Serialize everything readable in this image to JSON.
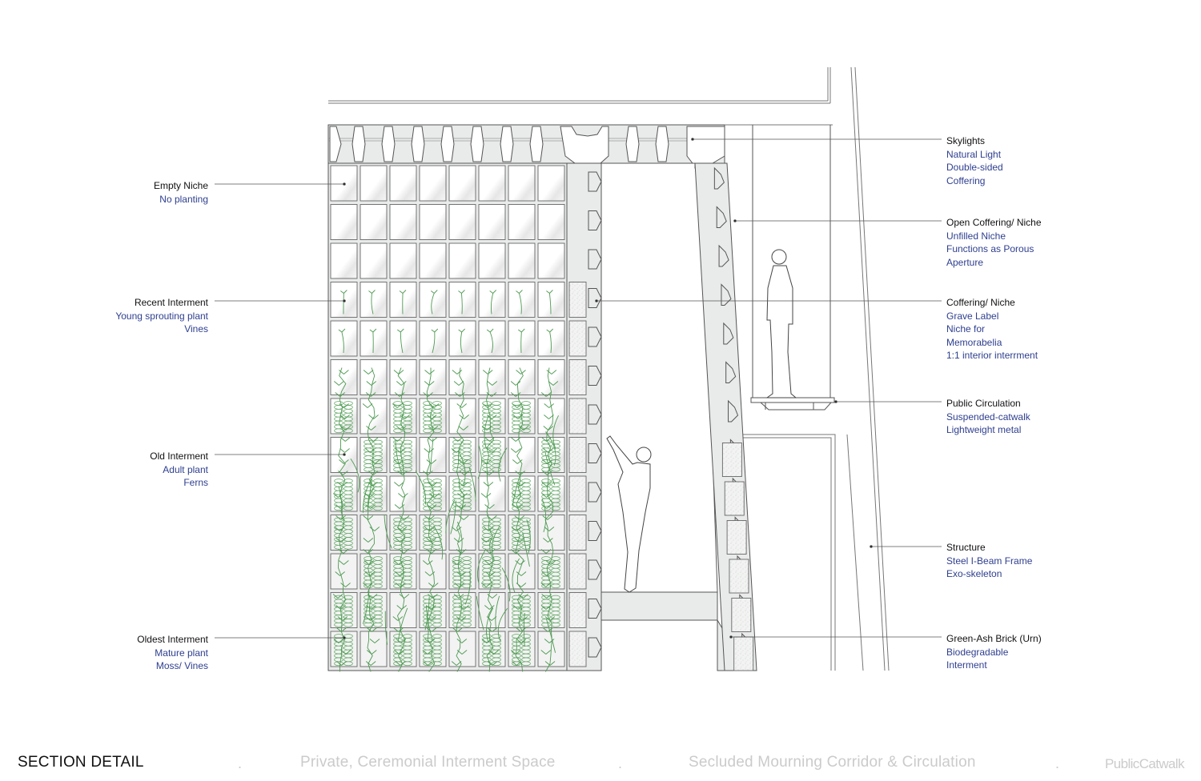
{
  "colors": {
    "title": "#111111",
    "sub": "#2e3f8f",
    "footer_grey": "#cbcbcb",
    "wall_fill": "#e9eaea",
    "line": "#4a4a4a",
    "plant": "#4e9a52"
  },
  "left_labels": [
    {
      "title": "Empty Niche",
      "lines": [
        "No planting"
      ]
    },
    {
      "title": "Recent Interment",
      "lines": [
        "Young sprouting plant",
        "Vines"
      ]
    },
    {
      "title": "Old Interment",
      "lines": [
        "Adult plant",
        "Ferns"
      ]
    },
    {
      "title": "Oldest Interment",
      "lines": [
        "Mature plant",
        "Moss/ Vines"
      ]
    }
  ],
  "right_labels": [
    {
      "title": "Skylights",
      "lines": [
        "Natural Light",
        "Double-sided",
        "Coffering"
      ]
    },
    {
      "title": "Open Coffering/ Niche",
      "lines": [
        "Unfilled Niche",
        "Functions as Porous",
        "Aperture"
      ]
    },
    {
      "title": "Coffering/ Niche",
      "lines": [
        "Grave Label",
        "Niche for",
        "Memorabelia",
        "1:1 interior interrment"
      ]
    },
    {
      "title": "Public Circulation",
      "lines": [
        "Suspended-catwalk",
        "Lightweight metal"
      ]
    },
    {
      "title": "Structure",
      "lines": [
        "Steel I-Beam Frame",
        "Exo-skeleton"
      ]
    },
    {
      "title": "Green-Ash Brick (Urn)",
      "lines": [
        "Biodegradable",
        "Interment"
      ]
    }
  ],
  "footer": {
    "title": "SECTION DETAIL",
    "private": "Private, Ceremonial Interment Space",
    "corridor": "Secluded Mourning Corridor & Circulation",
    "brand": "PublicCatwalk",
    "sep": "."
  }
}
